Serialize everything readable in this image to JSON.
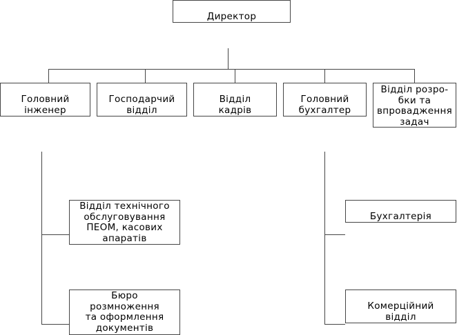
{
  "director": {
    "lines": [
      "Директор"
    ]
  },
  "departments": [
    {
      "id": "chief-engineer",
      "lines": [
        "Головний",
        "інженер"
      ]
    },
    {
      "id": "economic-department",
      "lines": [
        "Господарчий",
        "відділ"
      ]
    },
    {
      "id": "hr-department",
      "lines": [
        "Відділ",
        "кадрів"
      ]
    },
    {
      "id": "chief-accountant",
      "lines": [
        "Головний",
        "бухгалтер"
      ]
    },
    {
      "id": "task-development-department",
      "lines": [
        "Відділ розро-",
        "бки та",
        "впровадження",
        "задач"
      ]
    }
  ],
  "engineer_subunits": [
    {
      "id": "pc-maintenance-department",
      "lines": [
        "Відділ технічного",
        "обслуговування",
        "ПЕОМ, касових",
        "апаратів"
      ]
    },
    {
      "id": "copying-bureau",
      "lines": [
        "Бюро",
        "розмноження",
        "та оформлення",
        "документів"
      ]
    }
  ],
  "accountant_subunits": [
    {
      "id": "accounting",
      "lines": [
        "Бухгалтерія"
      ]
    },
    {
      "id": "commercial-department",
      "lines": [
        "Комерційний",
        "відділ"
      ]
    }
  ],
  "line_color": "#444444"
}
